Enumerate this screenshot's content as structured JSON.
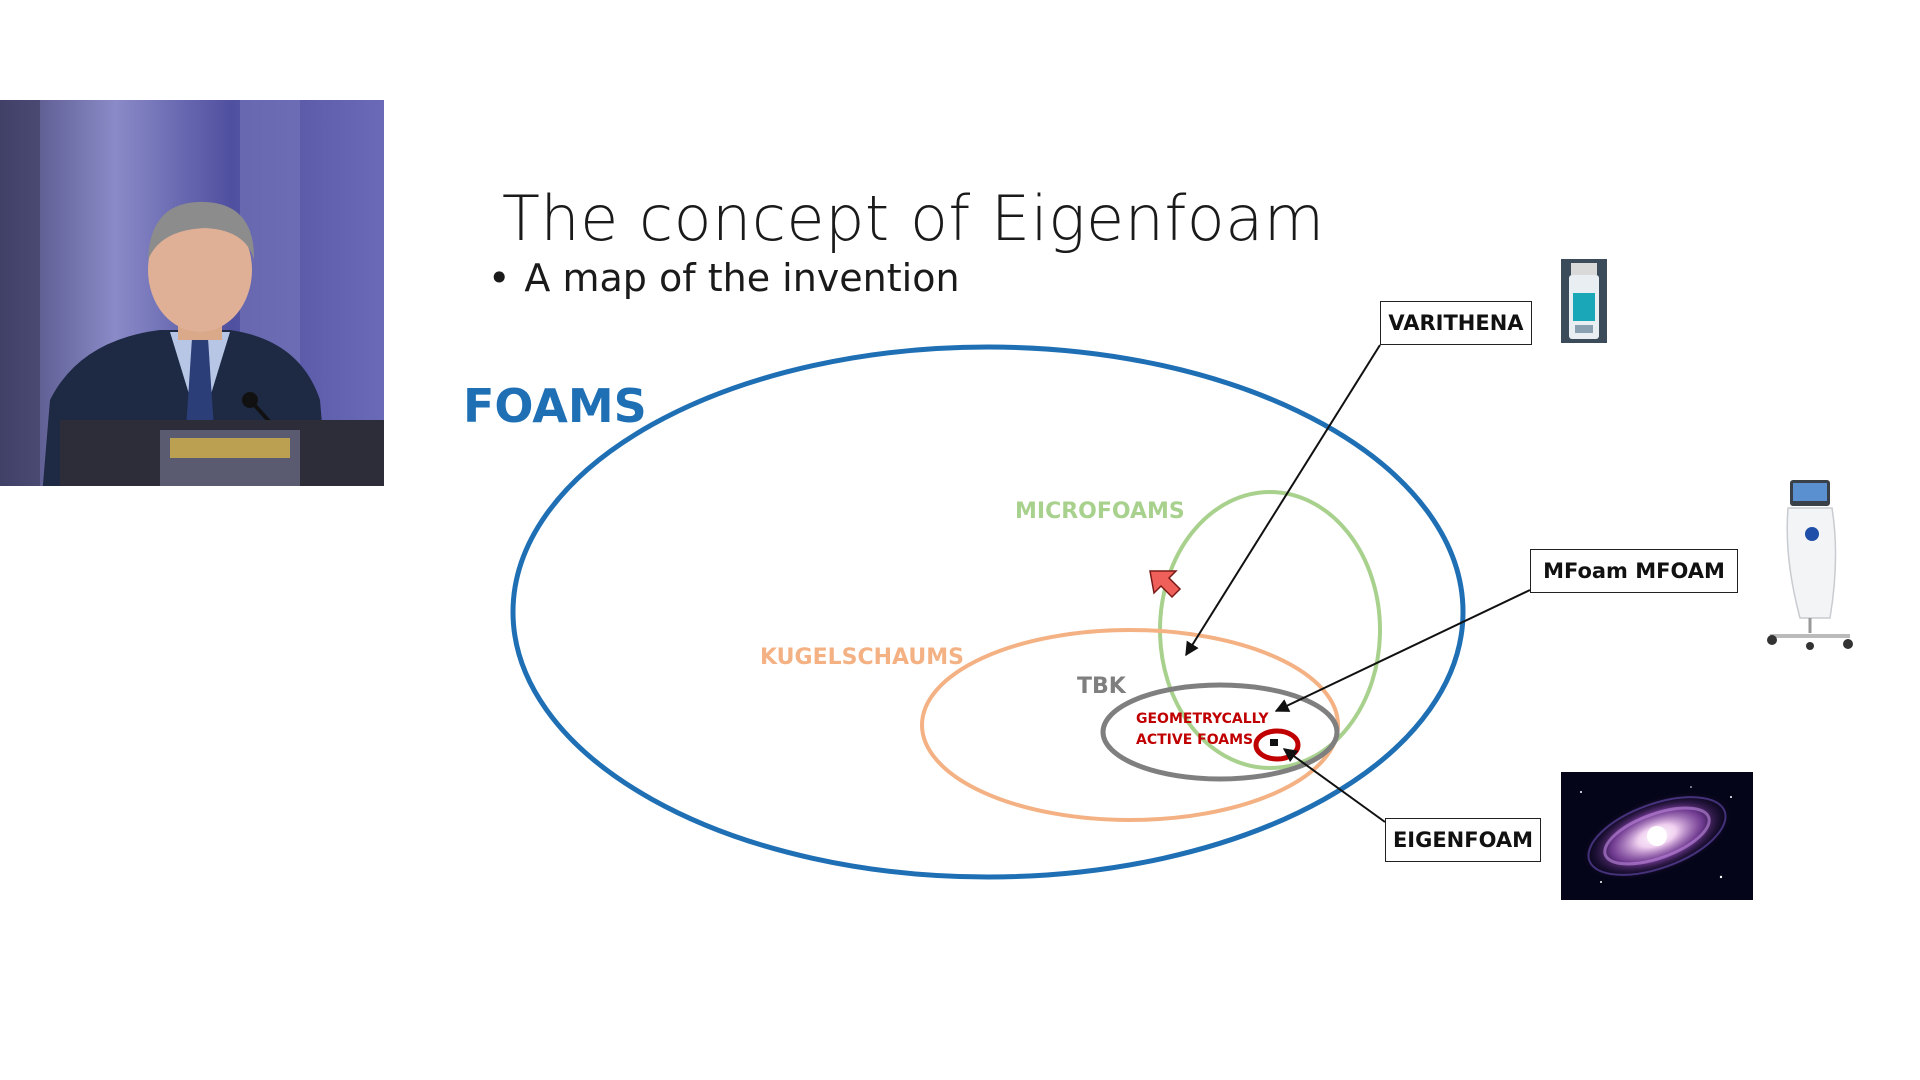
{
  "slide": {
    "title": "The concept of Eigenfoam",
    "bullet_symbol": "•",
    "subtitle": "A map of the invention"
  },
  "diagram": {
    "sets": {
      "foams": {
        "label": "FOAMS",
        "color": "#1f6fb5"
      },
      "microfoams": {
        "label": "MICROFOAMS",
        "color": "#a9d18e"
      },
      "kugelschaums": {
        "label": "KUGELSCHAUMS",
        "color": "#f4b183"
      },
      "tbk": {
        "label": "TBK",
        "color": "#7f7f7f"
      },
      "geometrically_active": {
        "label_line1": "GEOMETRYCALLY",
        "label_line2": "ACTIVE FOAMS",
        "color": "#c00000"
      }
    },
    "callouts": {
      "varithena": "VARITHENA",
      "mfoam": "MFoam MFOAM",
      "eigenfoam": "EIGENFOAM"
    },
    "pointer_color": "#f0605a"
  },
  "images": {
    "speaker": "speaker-photo",
    "varithena": "varithena-canister",
    "mfoam": "mfoam-device",
    "eigenfoam": "galaxy-image"
  }
}
